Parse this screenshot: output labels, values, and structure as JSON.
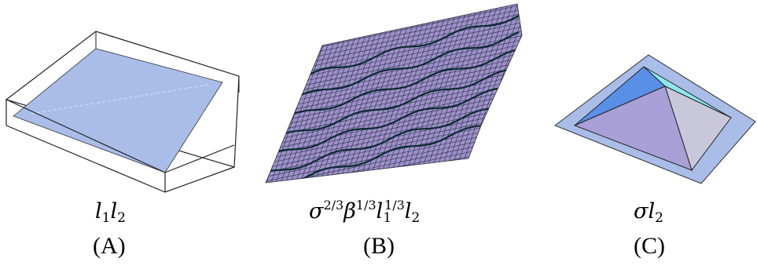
{
  "panels": [
    {
      "label": "(A)",
      "formula": {
        "v1": "l",
        "s1": "1",
        "v2": "l",
        "s2": "2"
      },
      "colors": {
        "plane": "#a9bde8",
        "edge": "#222222"
      }
    },
    {
      "label": "(B)",
      "formula": {
        "v1": "σ",
        "p1": "2/3",
        "v2": "β",
        "p2": "1/3",
        "v3": "l",
        "s3": "1",
        "p3": "1/3",
        "v4": "l",
        "s4": "2"
      },
      "colors": {
        "surface": "#9e8fc9",
        "mesh": "#1e2a3a",
        "fold": "#0b2a33"
      }
    },
    {
      "label": "(C)",
      "formula": {
        "v1": "σ",
        "v2": "l",
        "s2": "2"
      },
      "colors": {
        "base": "#a9bde8",
        "facet_left": "#5a8fe8",
        "facet_top": "#8fe8ef",
        "facet_right": "#c9c7dc",
        "facet_front": "#a8a0d6"
      }
    }
  ]
}
